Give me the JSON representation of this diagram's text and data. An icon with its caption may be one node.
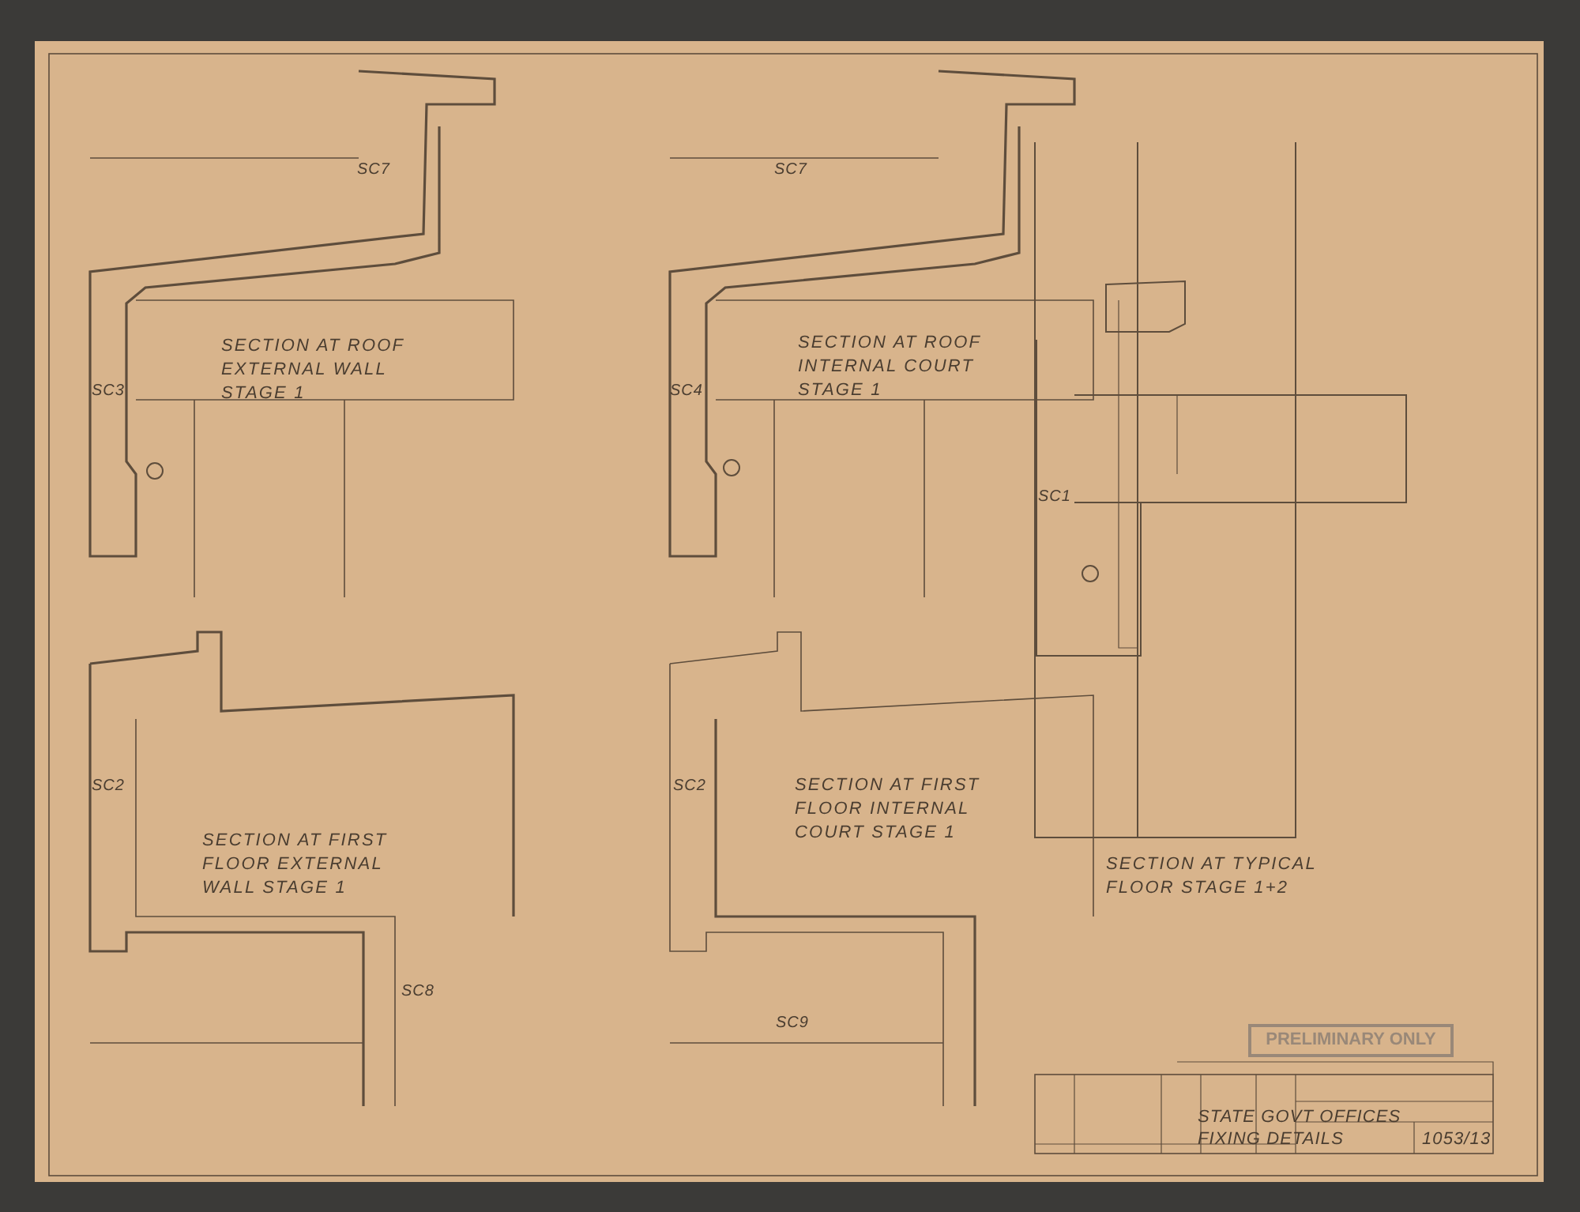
{
  "diagram": {
    "labels": [
      "SC7",
      "SECTION AT ROOF EXTERNAL WALL STAGE 1",
      "SC3",
      "SC7",
      "SC4",
      "SECTION AT ROOF INTERNAL COURT STAGE 1",
      "SC1",
      "SECTION AT FIRST FLOOR EXTERNAL WALL STAGE 1",
      "SC2",
      "SC8",
      "SC2",
      "SECTION AT FIRST FLOOR INTERNAL COURT STAGE 1",
      "SC9",
      "SECTION AT TYPICAL FLOOR STAGE 1+2",
      "PRELIMINARY ONLY",
      "STATE GOVT OFFICES",
      "FIXING DETAILS",
      "1053/13"
    ]
  }
}
